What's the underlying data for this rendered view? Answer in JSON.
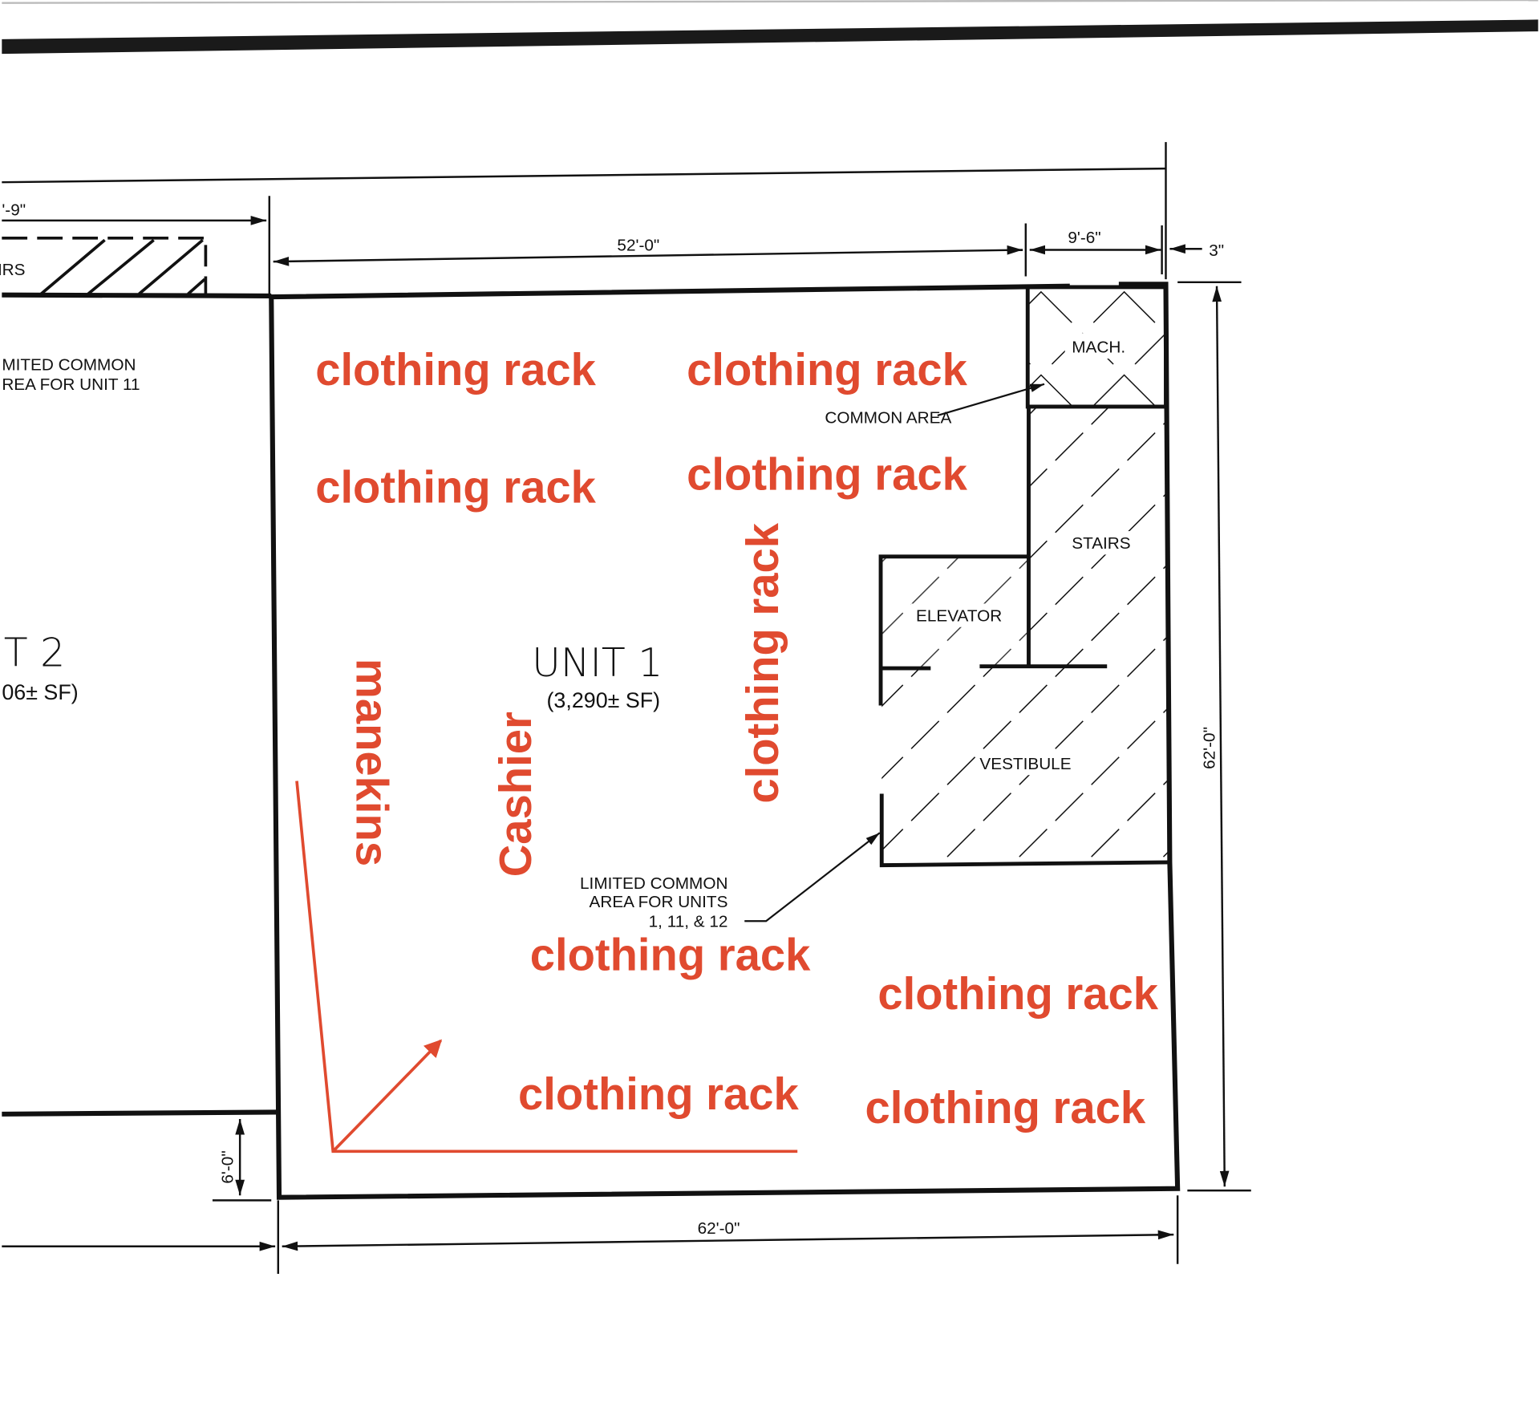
{
  "colors": {
    "annotation": "#e04a2f",
    "drawing": "#111111"
  },
  "dimensions": {
    "top_left_partial": "'-9\"",
    "unit_width_top": "52'-0\"",
    "mach_width": "9'-6\"",
    "wall_offset": "3\"",
    "right_height": "62'-0\"",
    "bottom_width": "62'-0\"",
    "left_offset": "6'-0\""
  },
  "rooms": {
    "stairs_left": "NRS",
    "mach": "MACH.",
    "stairs": "STAIRS",
    "elevator": "ELEVATOR",
    "vestibule": "VESTIBULE",
    "common_area": "COMMON AREA"
  },
  "units": {
    "left_common_line1": "MITED COMMON",
    "left_common_line2": "REA FOR UNIT 11",
    "unit2_title": "T 2",
    "unit2_area": "06± SF)",
    "unit1_title": "UNIT 1",
    "unit1_area": "(3,290± SF)",
    "limited_line1": "LIMITED COMMON",
    "limited_line2": "AREA FOR UNITS",
    "limited_line3": "1, 11, & 12"
  },
  "annotations": {
    "racks": [
      "clothing rack",
      "clothing rack",
      "clothing rack",
      "clothing rack",
      "clothing rack",
      "clothing rack",
      "clothing rack",
      "clothing rack"
    ],
    "vertical_rack": "clothing rack",
    "manekins": "manekins",
    "cashier": "Cashier"
  }
}
